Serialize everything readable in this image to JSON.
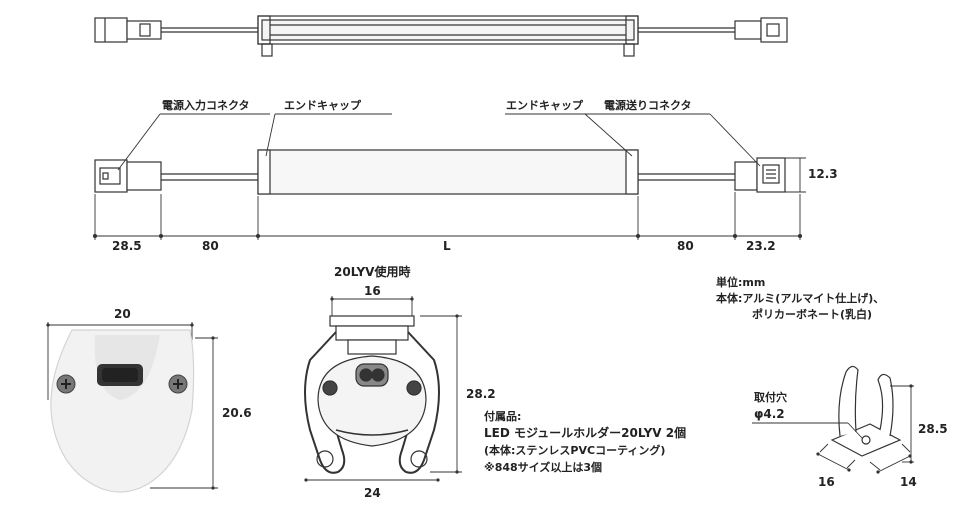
{
  "top_view": {},
  "callouts": {
    "power_input_connector": "電源入力コネクタ",
    "end_cap_left": "エンドキャップ",
    "end_cap_right": "エンドキャップ",
    "power_output_connector": "電源送りコネクタ"
  },
  "side_dims": {
    "left_connector": "28.5",
    "left_cable": "80",
    "body_length": "L",
    "right_cable": "80",
    "right_connector": "23.2",
    "height": "12.3"
  },
  "end_view": {
    "width": "20",
    "height": "20.6"
  },
  "holder_view": {
    "title": "20LYV使用時",
    "top_width": "16",
    "bottom_width": "24",
    "height": "28.2"
  },
  "accessories": {
    "line1": "付属品:",
    "line2": "LED モジュールホルダー20LYV 2個",
    "line3": "(本体:ステンレスPVCコーティング)",
    "line4": "※848サイズ以上は3個"
  },
  "specs": {
    "unit": "単位:mm",
    "body": "本体:アルミ(アルマイト仕上げ)、",
    "body2": "ポリカーボネート(乳白)"
  },
  "clip_view": {
    "hole_label": "取付穴",
    "hole_dia": "φ4.2",
    "height": "28.5",
    "depth": "16",
    "width": "14"
  }
}
